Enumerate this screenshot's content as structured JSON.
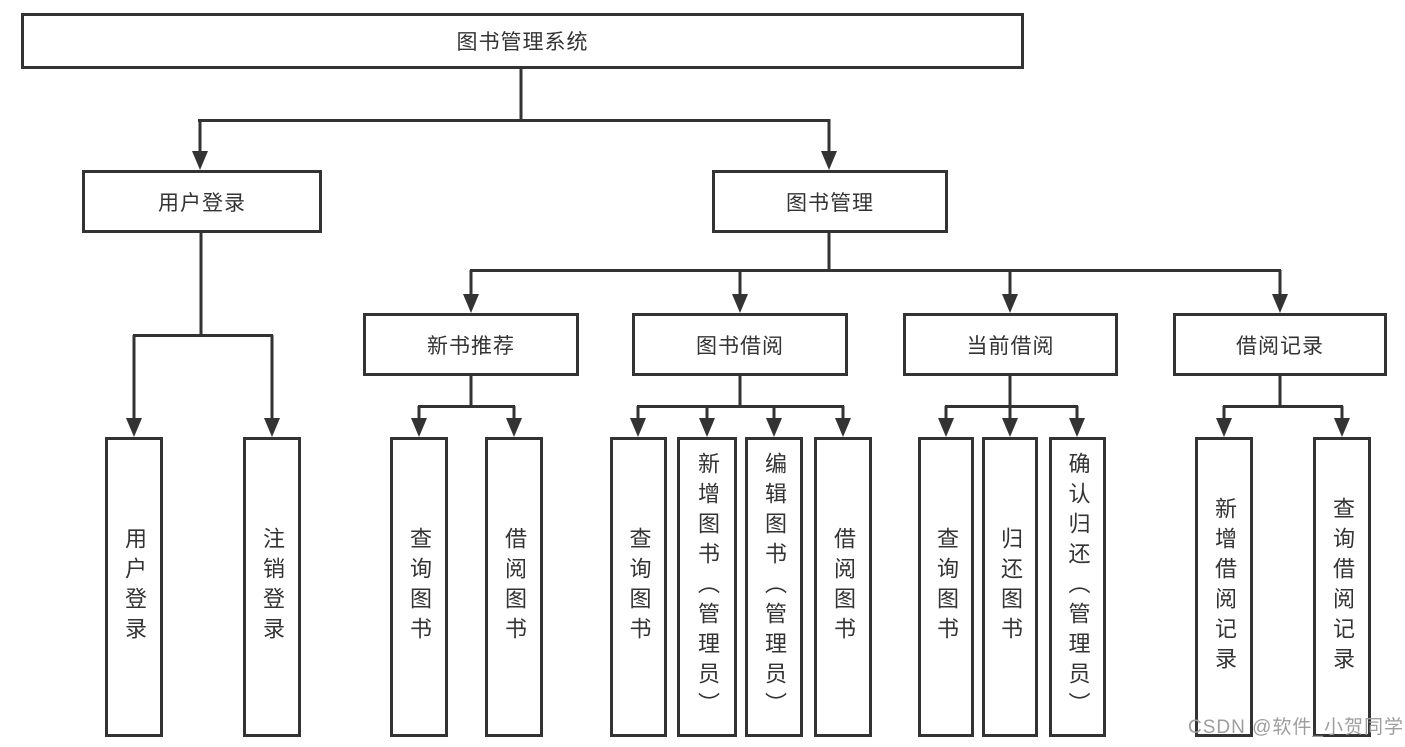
{
  "diagram": {
    "title": "图书管理系统",
    "level2": {
      "user_login": {
        "label": "用户登录"
      },
      "book_management": {
        "label": "图书管理"
      }
    },
    "level3": {
      "new_book_recommend": {
        "label": "新书推荐"
      },
      "book_borrow": {
        "label": "图书借阅"
      },
      "current_borrow": {
        "label": "当前借阅"
      },
      "borrow_records": {
        "label": "借阅记录"
      }
    },
    "leaves": {
      "user_login": [
        "用户登录",
        "注销登录"
      ],
      "new_book_recommend": [
        "查询图书",
        "借阅图书"
      ],
      "book_borrow": [
        "查询图书",
        "新增图书（管理员）",
        "编辑图书（管理员）",
        "借阅图书"
      ],
      "current_borrow": [
        "查询图书",
        "归还图书",
        "确认归还（管理员）"
      ],
      "borrow_records": [
        "新增借阅记录",
        "查询借阅记录"
      ]
    },
    "line_color": "#333333",
    "watermark": "CSDN @软件_小贺同学"
  }
}
